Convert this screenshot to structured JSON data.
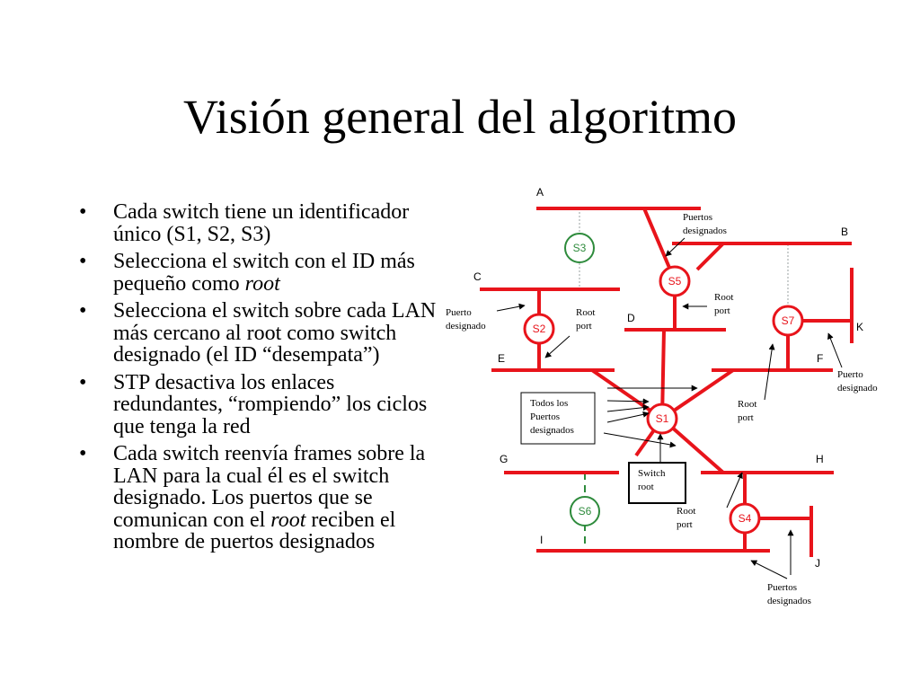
{
  "slide": {
    "title": "Visión general del algoritmo"
  },
  "bullets": [
    {
      "parts": [
        {
          "text": "Cada switch tiene un identificador único (S1, S2, S3)"
        }
      ]
    },
    {
      "parts": [
        {
          "text": "Selecciona el switch con el ID más pequeño como "
        },
        {
          "text": "root",
          "italic": true
        }
      ]
    },
    {
      "parts": [
        {
          "text": "Selecciona el switch sobre cada LAN más cercano al root como switch designado (el ID “desempata”)"
        }
      ]
    },
    {
      "parts": [
        {
          "text": "STP desactiva los enlaces redundantes, “rompiendo” los ciclos que tenga la red"
        }
      ]
    },
    {
      "parts": [
        {
          "text": "Cada switch reenvía frames sobre la LAN para la cual él es el switch designado. Los puertos que se comunican con el "
        },
        {
          "text": "root",
          "italic": true
        },
        {
          "text": " reciben el nombre de puertos designados"
        }
      ]
    }
  ],
  "diagram": {
    "colors": {
      "active": "#e8141b",
      "inactive": "#2e8b3c",
      "inactive_link": "#9aa0a0",
      "text": "#000000"
    },
    "lan_labels": {
      "A": "A",
      "B": "B",
      "C": "C",
      "D": "D",
      "E": "E",
      "F": "F",
      "G": "G",
      "H": "H",
      "I": "I",
      "J": "J",
      "K": "K"
    },
    "switch_labels": {
      "S1": "S1",
      "S2": "S2",
      "S3": "S3",
      "S4": "S4",
      "S5": "S5",
      "S6": "S6",
      "S7": "S7"
    },
    "annotations": {
      "puertos_designados_top": [
        "Puertos",
        "designados"
      ],
      "root_port_s5": [
        "Root",
        "port"
      ],
      "puerto_designado_left": [
        "Puerto",
        "designado"
      ],
      "root_port_s2": [
        "Root",
        "port"
      ],
      "puerto_designado_right": [
        "Puerto",
        "designado"
      ],
      "root_port_s7": [
        "Root",
        "port"
      ],
      "todos_los_puertos": [
        "Todos los",
        "Puertos",
        "designados"
      ],
      "switch_root": [
        "Switch",
        "root"
      ],
      "root_port_s4": [
        "Root",
        "port"
      ],
      "puertos_designados_bottom": [
        "Puertos",
        "designados"
      ]
    }
  }
}
